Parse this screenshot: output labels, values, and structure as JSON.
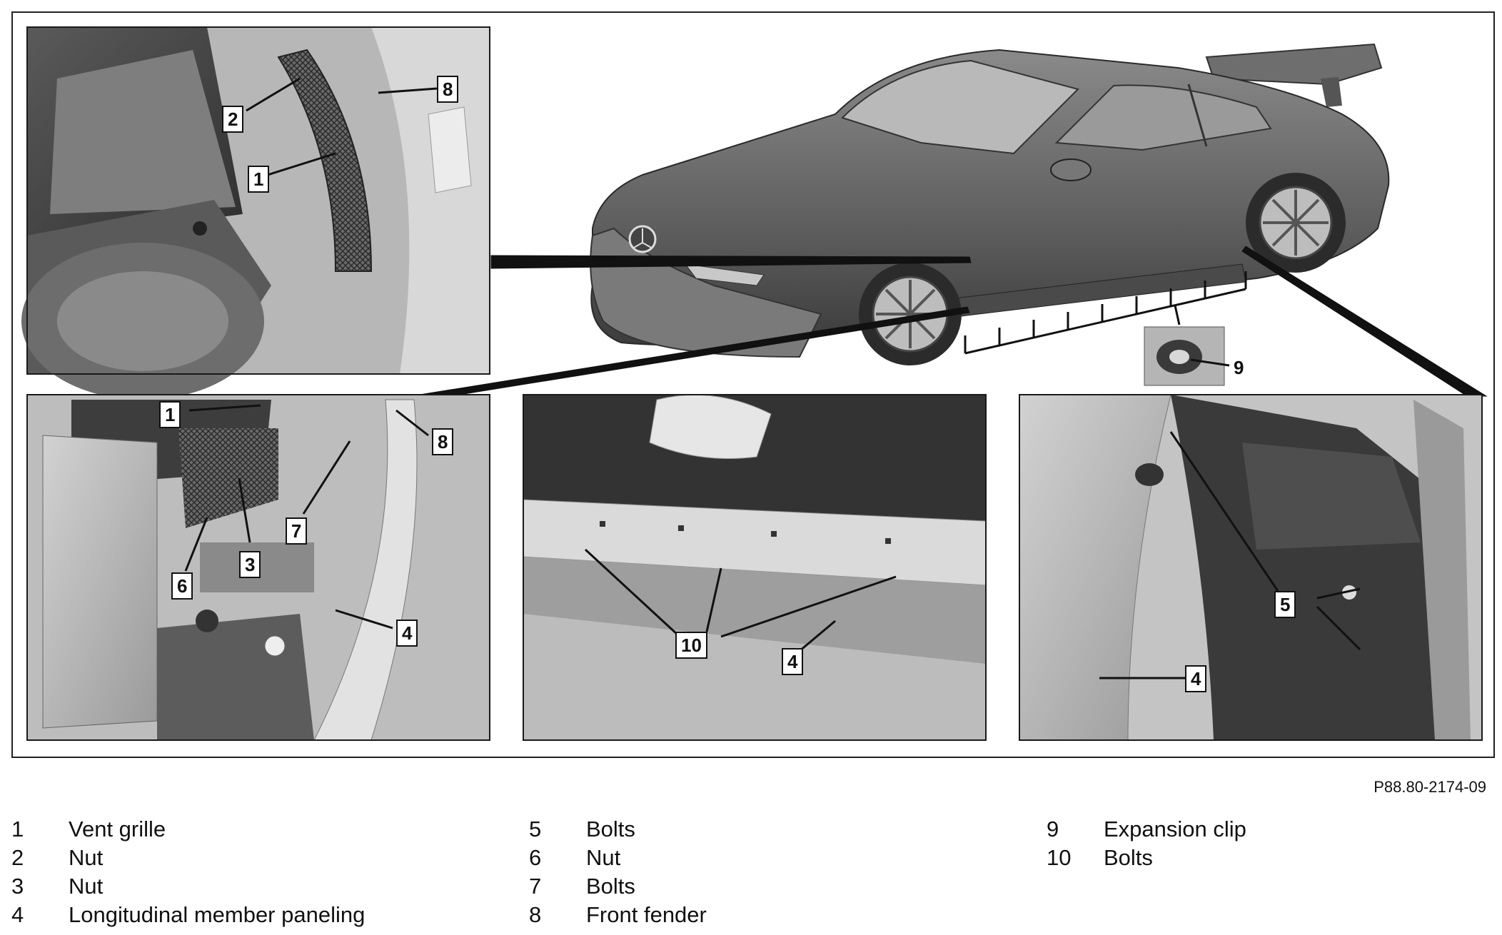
{
  "figure": {
    "reference": "P88.80-2174-09",
    "callouts": {
      "top_left": [
        "8",
        "2",
        "1"
      ],
      "mid_left": [
        "1",
        "8",
        "7",
        "3",
        "6",
        "4"
      ],
      "mid_center": [
        "10",
        "4"
      ],
      "mid_right": [
        "5",
        "4"
      ],
      "clip": [
        "9"
      ]
    }
  },
  "legend": [
    {
      "num": "1",
      "label": "Vent grille"
    },
    {
      "num": "2",
      "label": "Nut"
    },
    {
      "num": "3",
      "label": "Nut"
    },
    {
      "num": "4",
      "label": "Longitudinal member paneling"
    },
    {
      "num": "5",
      "label": "Bolts"
    },
    {
      "num": "6",
      "label": "Nut"
    },
    {
      "num": "7",
      "label": "Bolts"
    },
    {
      "num": "8",
      "label": "Front fender"
    },
    {
      "num": "9",
      "label": "Expansion clip"
    },
    {
      "num": "10",
      "label": "Bolts"
    }
  ]
}
